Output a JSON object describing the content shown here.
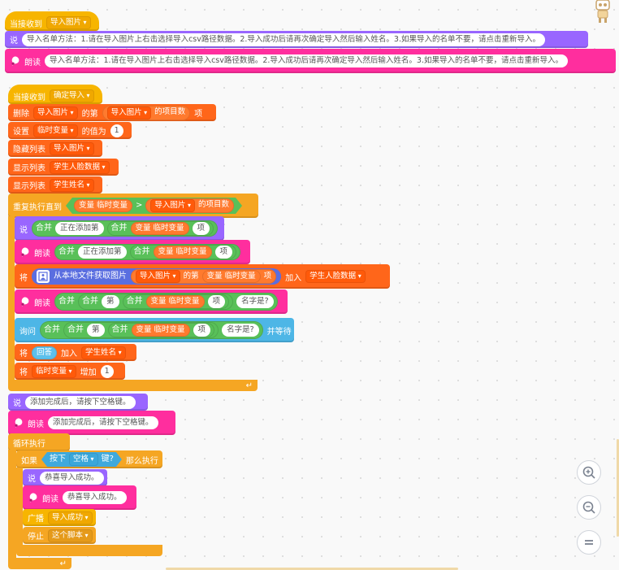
{
  "script1": {
    "hat_label": "当接收到",
    "hat_msg": "导入图片",
    "say_label": "说",
    "say_text": "导入名单方法：1.请在导入图片上右击选择导入csv路径数据。2.导入成功后请再次确定导入然后输入姓名。3.如果导入的名单不要，请点击重新导入。",
    "speak_label": "朗读",
    "speak_text": "导入名单方法：1.请在导入图片上右击选择导入csv路径数据。2.导入成功后请再次确定导入然后输入姓名。3.如果导入的名单不要，请点击重新导入。"
  },
  "script2": {
    "hat_label": "当接收到",
    "hat_msg": "确定导入",
    "delete_label": "删除",
    "delete_list": "导入图片",
    "of_label": "的第",
    "count_list": "导入图片",
    "count_label": "的项目数",
    "item_label": "项",
    "set_label": "设置",
    "set_var": "临时变量",
    "set_value_label": "的值为",
    "set_value": "1",
    "hide_label": "隐藏列表",
    "hide_list": "导入图片",
    "show_label1": "显示列表",
    "show_list1": "学生人脸数据",
    "show_label2": "显示列表",
    "show_list2": "学生姓名",
    "repeat_until_label": "重复执行直到",
    "var_reporter": "变量 临时变量",
    "gt": ">",
    "count_list2": "导入图片",
    "count_label2": "的项目数",
    "say2_label": "说",
    "join_label": "合并",
    "adding_text": "正在添加第",
    "item_suffix": "项",
    "speak2_label": "朗读",
    "add_label": "将",
    "from_file_label": "从本地文件获取图片",
    "into_label": "加入",
    "face_list": "学生人脸数据",
    "di": "第",
    "name_q": "名字是?",
    "ask_label": "询问",
    "ask_wait": "并等待",
    "answer": "回答",
    "add_into_label": "加入",
    "name_list": "学生姓名",
    "change_label": "将",
    "change_var": "临时变量",
    "change_by_label": "增加",
    "change_by": "1",
    "say3_text": "添加完成后，请按下空格键。",
    "speak3_text": "添加完成后，请按下空格键。",
    "forever_label": "循环执行",
    "if_label": "如果",
    "key_pressed_label": "按下",
    "key": "空格",
    "key_suffix": "键?",
    "then_label": "那么执行",
    "say4_text": "恭喜导入成功。",
    "speak4_text": "恭喜导入成功。",
    "broadcast_label": "广播",
    "broadcast_msg": "导入成功",
    "stop_label": "停止",
    "stop_opt": "这个脚本"
  },
  "icons": [
    "zoom-in-icon",
    "zoom-out-icon",
    "reset-zoom-icon",
    "speaker-icon",
    "image-file-icon",
    "loop-arrow-icon",
    "sprite-robot-icon"
  ]
}
